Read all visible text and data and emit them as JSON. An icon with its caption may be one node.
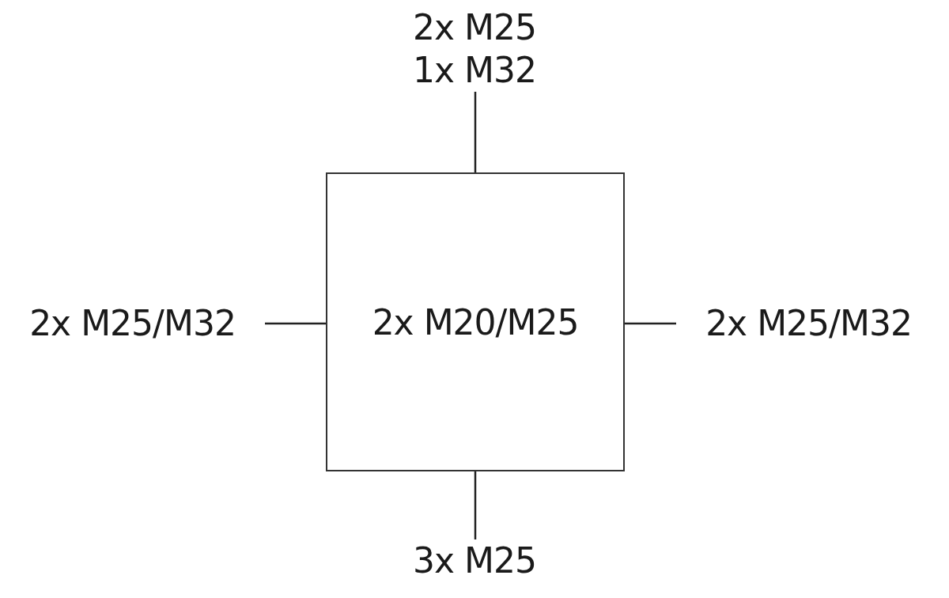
{
  "diagram": {
    "nodes": [
      {
        "text": [
          "2x M25 1x M32"
        ]
      },
      {
        "text": [
          "2x M25/M32"
        ]
      },
      {
        "text": [
          "2x M20/M25"
        ]
      },
      {
        "text": [
          "2x M25/M32"
        ]
      },
      {
        "text": [
          "3x M25"
        ]
      }
    ],
    "edges": [
      {
        "from": 0,
        "to": 2,
        "arrow": "none"
      },
      {
        "from": 1,
        "to": 2,
        "arrow": "none"
      },
      {
        "from": 3,
        "to": 2,
        "arrow": "none"
      },
      {
        "from": 4,
        "to": 2,
        "arrow": "none"
      }
    ]
  }
}
